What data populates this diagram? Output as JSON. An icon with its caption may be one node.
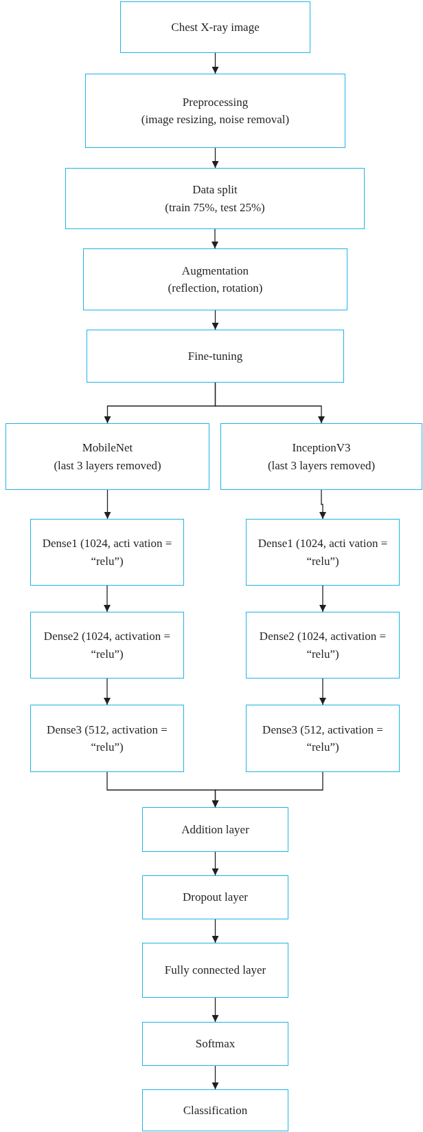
{
  "diagram": {
    "nodes": [
      {
        "text": [
          "Chest X-ray image"
        ]
      },
      {
        "text": [
          "Preprocessing",
          "(image resizing, noise removal)"
        ]
      },
      {
        "text": [
          "Data split",
          "(train 75%, test 25%)"
        ]
      },
      {
        "text": [
          "Augmentation",
          "(reflection, rotation)"
        ]
      },
      {
        "text": [
          "Fine-tuning"
        ]
      },
      {
        "text": [
          "MobileNet",
          "(last 3 layers removed)"
        ]
      },
      {
        "text": [
          "InceptionV3",
          "(last 3 layers removed)"
        ]
      },
      {
        "text": [
          "Dense1 (1024, acti vation = “relu”)"
        ]
      },
      {
        "text": [
          "Dense1 (1024, acti vation = “relu”)"
        ]
      },
      {
        "text": [
          "Dense2 (1024, activation = “relu”)"
        ]
      },
      {
        "text": [
          "Dense2 (1024, activation = “relu”)"
        ]
      },
      {
        "text": [
          "Dense3 (512, activation = “relu”)"
        ]
      },
      {
        "text": [
          "Dense3 (512, activation = “relu”)"
        ]
      },
      {
        "text": [
          "Addition layer"
        ]
      },
      {
        "text": [
          "Dropout layer"
        ]
      },
      {
        "text": [
          "Fully connected layer"
        ]
      },
      {
        "text": [
          "Softmax"
        ]
      },
      {
        "text": [
          "Classification"
        ]
      }
    ],
    "edges": [
      {
        "from": 0,
        "to": 1,
        "arrow": "to"
      },
      {
        "from": 1,
        "to": 2,
        "arrow": "to"
      },
      {
        "from": 2,
        "to": 3,
        "arrow": "to"
      },
      {
        "from": 3,
        "to": 4,
        "arrow": "to"
      },
      {
        "from": 4,
        "to": 5,
        "arrow": "to"
      },
      {
        "from": 4,
        "to": 6,
        "arrow": "to"
      },
      {
        "from": 5,
        "to": 7,
        "arrow": "to"
      },
      {
        "from": 7,
        "to": 9,
        "arrow": "to"
      },
      {
        "from": 9,
        "to": 11,
        "arrow": "to"
      },
      {
        "from": 6,
        "to": 8,
        "arrow": "to"
      },
      {
        "from": 8,
        "to": 10,
        "arrow": "to"
      },
      {
        "from": 10,
        "to": 12,
        "arrow": "to"
      },
      {
        "from": 11,
        "to": 13,
        "arrow": "to"
      },
      {
        "from": 12,
        "to": 13,
        "arrow": "to"
      },
      {
        "from": 13,
        "to": 14,
        "arrow": "to"
      },
      {
        "from": 14,
        "to": 15,
        "arrow": "to"
      },
      {
        "from": 15,
        "to": 16,
        "arrow": "to"
      },
      {
        "from": 16,
        "to": 17,
        "arrow": "to"
      }
    ]
  }
}
